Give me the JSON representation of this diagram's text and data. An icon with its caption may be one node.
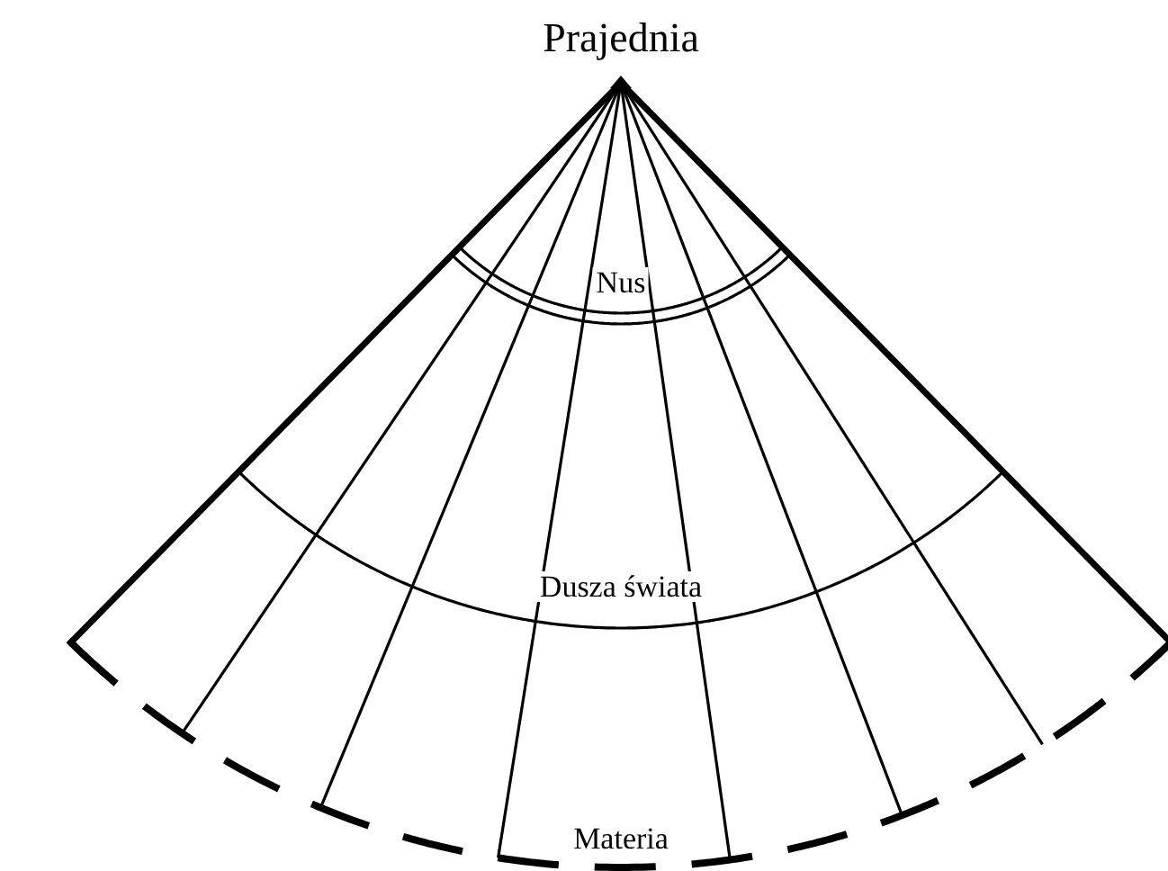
{
  "diagram": {
    "labels": [
      "Prajednia",
      "Nus",
      "Dusza świata",
      "Materia"
    ]
  }
}
